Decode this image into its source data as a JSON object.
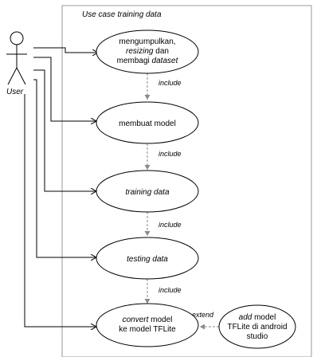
{
  "diagram": {
    "system_title": "Use case training data",
    "actor": {
      "name": "User"
    },
    "use_cases": {
      "collect": {
        "line1": "mengumpulkan,",
        "line2_italic": "resizing",
        "line2_rest": " dan",
        "line3_plain": "membagi ",
        "line3_italic": "dataset"
      },
      "build_model": {
        "label": "membuat model"
      },
      "training": {
        "label": "training data"
      },
      "testing": {
        "label": "testing data"
      },
      "convert": {
        "line1_italic": "convert",
        "line1_rest": " model",
        "line2": "ke model TFLite"
      },
      "add_model": {
        "line1_italic": "add",
        "line1_rest": " model",
        "line2": "TFLite di android",
        "line3": "studio"
      }
    },
    "relations": {
      "include_1": "include",
      "include_2": "include",
      "include_3": "include",
      "include_4": "include",
      "extend": "extend"
    }
  }
}
